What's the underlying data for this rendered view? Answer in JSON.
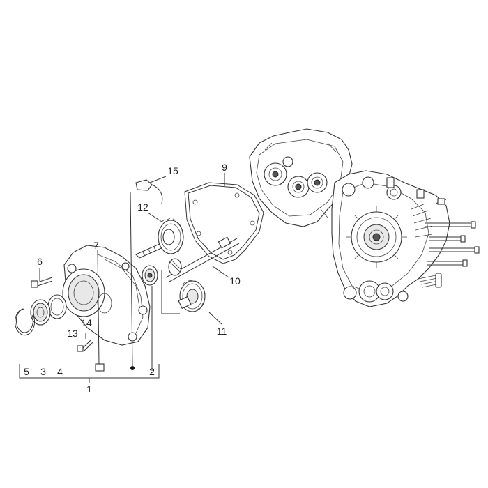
{
  "diagram": {
    "callouts": [
      {
        "id": "c1",
        "text": "1"
      },
      {
        "id": "c2",
        "text": "2"
      },
      {
        "id": "c3",
        "text": "3"
      },
      {
        "id": "c4",
        "text": "4"
      },
      {
        "id": "c5",
        "text": "5"
      },
      {
        "id": "c6",
        "text": "6"
      },
      {
        "id": "c7",
        "text": "7"
      },
      {
        "id": "c9",
        "text": "9"
      },
      {
        "id": "c10",
        "text": "10"
      },
      {
        "id": "c11",
        "text": "11"
      },
      {
        "id": "c12",
        "text": "12"
      },
      {
        "id": "c13",
        "text": "13"
      },
      {
        "id": "c14",
        "text": "14"
      },
      {
        "id": "c15",
        "text": "15"
      }
    ]
  }
}
